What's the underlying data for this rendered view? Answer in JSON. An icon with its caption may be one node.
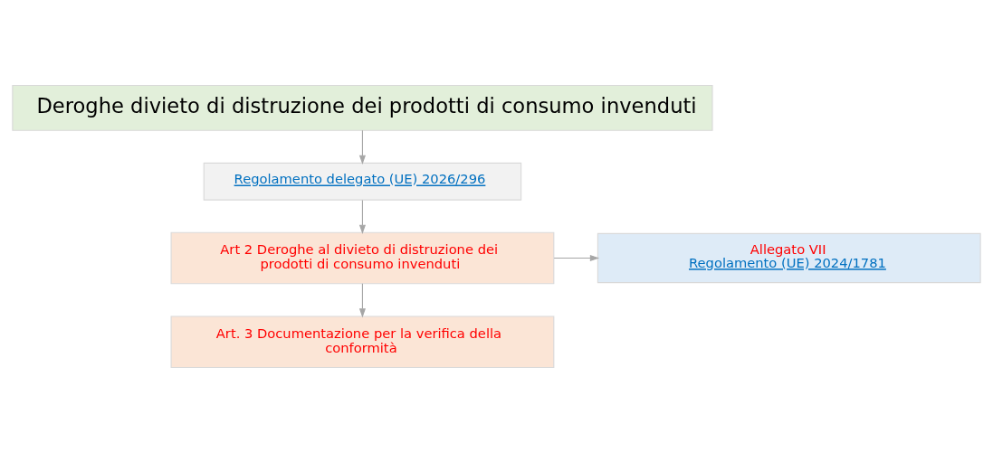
{
  "diagram": {
    "nodes": [
      {
        "text": [
          "Deroghe divieto di distruzione dei prodotti di consumo invenduti"
        ]
      },
      {
        "text": [
          "Regolamento delegato (UE) 2026/296"
        ]
      },
      {
        "text": [
          "Art 2 Deroghe al divieto di distruzione dei prodotti di consumo invenduti"
        ]
      },
      {
        "text": [
          "Allegato VII",
          "Regolamento (UE) 2024/1781"
        ]
      },
      {
        "text": [
          "Art. 3 Documentazione per la verifica della conformità"
        ]
      }
    ],
    "edges": [
      {
        "from": 0,
        "to": 1,
        "arrow": "to"
      },
      {
        "from": 1,
        "to": 2,
        "arrow": "to"
      },
      {
        "from": 2,
        "to": 3,
        "arrow": "to"
      },
      {
        "from": 2,
        "to": 4,
        "arrow": "to"
      }
    ]
  }
}
